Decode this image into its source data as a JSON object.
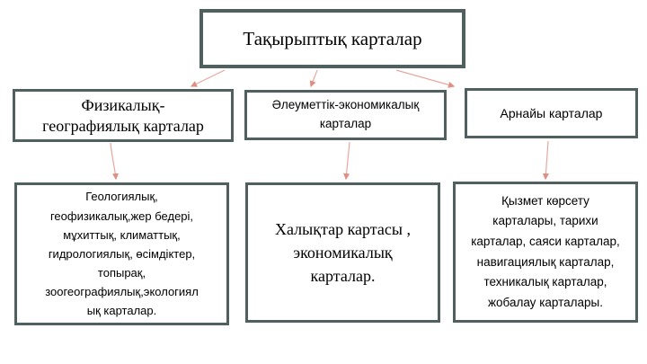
{
  "diagram": {
    "root": {
      "label": "Тақырыптық карталар"
    },
    "branches": [
      {
        "label": "Физикалық-\nгеографиялық карталар",
        "detail": "Геологиялық,\nгеофизикалық,жер бедері,\nмұхиттық, климаттық,\nгидрологиялық, өсімдіктер,\nтопырақ,\nзоогеографиялық,экологиял\nық карталар."
      },
      {
        "label": "Әлеуметтік-экономикалық\nкарталар",
        "detail": "Халықтар картасы ,\nэкономикалық\nкарталар."
      },
      {
        "label": "Арнайы карталар",
        "detail": "Қызмет көрсету\nкарталары, тарихи\nкарталар, саяси карталар,\nнавигациялық карталар,\nтехникалық карталар,\nжобалау карталары."
      }
    ]
  },
  "colors": {
    "box_border": "#50605f",
    "arrow": "#e9a79e",
    "arrow_head": "#e08e82",
    "text": "#000000",
    "background": "#ffffff"
  }
}
